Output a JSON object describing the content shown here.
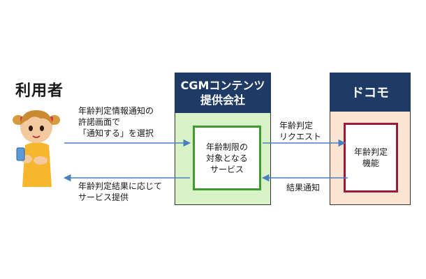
{
  "user": {
    "label": "利用者"
  },
  "cgm": {
    "header_line1": "CGMコンテンツ",
    "header_line2": "提供会社",
    "service_line1": "年齢制限の",
    "service_line2": "対象となる",
    "service_line3": "サービス"
  },
  "docomo": {
    "header": "ドコモ",
    "function_line1": "年齢判定",
    "function_line2": "機能"
  },
  "arrows": {
    "notify_line1": "年齢判定情報通知の",
    "notify_line2": "許諾画面で",
    "notify_line3": "「通知する」を選択",
    "request_line1": "年齢判定",
    "request_line2": "リクエスト",
    "result_notice": "結果通知",
    "provide_line1": "年齢判定結果に応じて",
    "provide_line2": "サービス提供"
  },
  "colors": {
    "header_bg": "#1f3a64",
    "cgm_bg": "#d8f2c8",
    "service_border": "#3f9a2e",
    "docomo_bg": "#fbe5d2",
    "function_border": "#9b1b3b",
    "arrow": "#4a7fc0"
  }
}
